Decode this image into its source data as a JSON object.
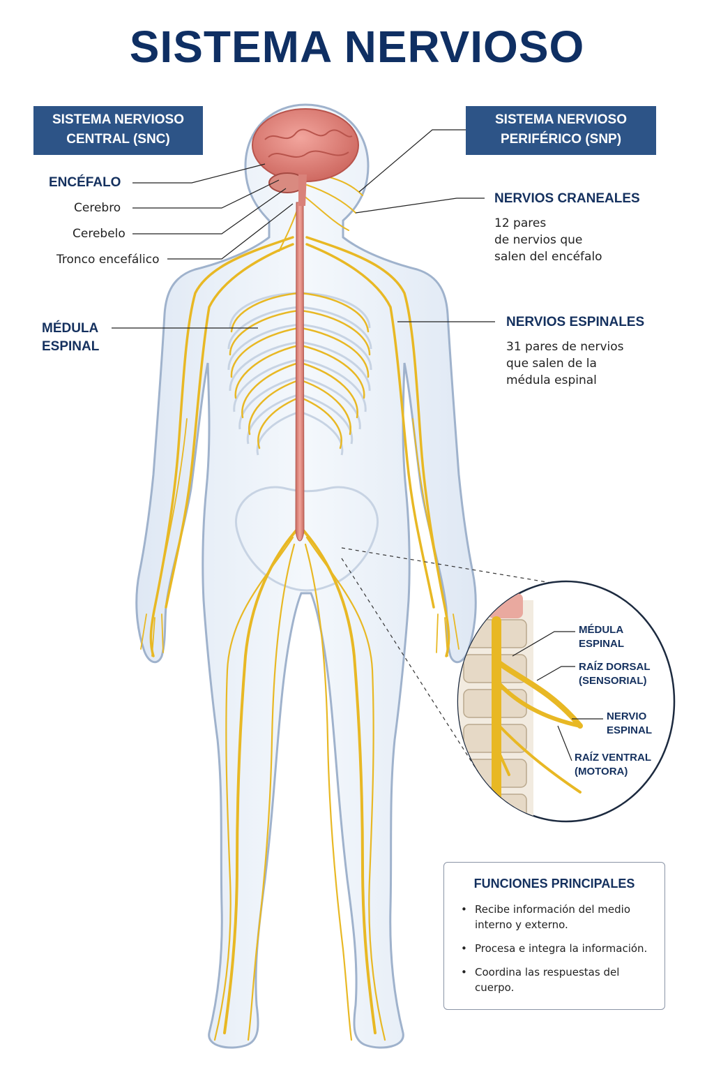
{
  "title": "SISTEMA NERVIOSO",
  "snc_box": {
    "line1": "SISTEMA NERVIOSO",
    "line2": "CENTRAL (SNC)"
  },
  "snp_box": {
    "line1": "SISTEMA NERVIOSO",
    "line2": "PERIFÉRICO (SNP)"
  },
  "left_labels": {
    "encefalo": "ENCÉFALO",
    "cerebro": "Cerebro",
    "cerebelo": "Cerebelo",
    "tronco": "Tronco encefálico",
    "medula_line1": "MÉDULA",
    "medula_line2": "ESPINAL"
  },
  "right_labels": {
    "craneales_title": "NERVIOS CRANEALES",
    "craneales_desc": [
      "12 pares",
      "de nervios que",
      "salen del encéfalo"
    ],
    "espinales_title": "NERVIOS ESPINALES",
    "espinales_desc": [
      "31 pares de nervios",
      "que salen de la",
      "médula espinal"
    ]
  },
  "inset": {
    "medula": [
      "MÉDULA",
      "ESPINAL"
    ],
    "raiz_dorsal": [
      "RAÍZ DORSAL",
      "(SENSORIAL)"
    ],
    "nervio": [
      "NERVIO",
      "ESPINAL"
    ],
    "raiz_ventral": [
      "RAÍZ VENTRAL",
      "(MOTORA)"
    ]
  },
  "functions": {
    "title": "FUNCIONES PRINCIPALES",
    "items": [
      "Recibe información del medio interno y externo.",
      "Procesa e integra la información.",
      "Coordina las respuestas del cuerpo."
    ]
  },
  "colors": {
    "title": "#0f2f63",
    "box": "#2d5487",
    "nerve": "#e8b824",
    "spine": "#d9827a",
    "brain": "#e8877f"
  }
}
